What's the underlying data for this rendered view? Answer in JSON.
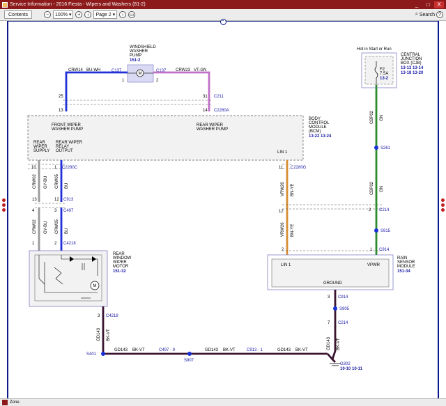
{
  "window": {
    "title": "Service Information - 2016 Fiesta - Wipers and Washers (81-2)",
    "controls": {
      "minimize": "_",
      "maximize": "□",
      "close": "X"
    }
  },
  "toolbar": {
    "contents_label": "Contents",
    "zoom_value": "100%",
    "page_value": "Page 2",
    "search_label": "Search"
  },
  "statusbar": {
    "text": "Zone"
  },
  "diagram": {
    "windshield_pump": {
      "title_lines": [
        "WINDSHIELD",
        "WASHER",
        "PUMP"
      ],
      "ref": "151-2",
      "motor": "M",
      "pin_left": "1",
      "pin_right": "2",
      "conn_left": "C137",
      "conn_right": "C137"
    },
    "wires": {
      "crw14": "CRW14",
      "crw14_color": "BU-WH",
      "crw23": "CRW23",
      "crw23_color": "VT-GN",
      "crw02a": "CRW02",
      "crw02a_color": "GY-BU",
      "crw05a": "CRW05",
      "crw05a_color": "BU",
      "crw02b": "CRW02",
      "crw02b_color": "GY-BU",
      "crw05b": "CRW05",
      "crw05b_color": "BU",
      "vrw26a": "VRW26",
      "vrw26a_color": "BN-YE",
      "vrw26b": "VRW26",
      "vrw26b_color": "BN-YE",
      "cbp02a": "CBP02",
      "cbp02a_color": "GN",
      "cbp02b": "CBP02",
      "cbp02b_color": "GN",
      "gd143v1": "GD143",
      "gd143v1_color": "BK-VT",
      "gd143h1": "GD143",
      "gd143h1_color": "BK-VT",
      "gd143h2": "GD143",
      "gd143h2_color": "BK-VT",
      "gd143h3": "GD143",
      "gd143h3_color": "BK-VT",
      "gd143v2": "GD143",
      "gd143v2_color": "BK-VT"
    },
    "connectors": {
      "c211": "C211",
      "c2280a": "C2280A",
      "c2280c": "C2280C",
      "c2280g": "C2280G",
      "c913": "C913",
      "c497": "C497",
      "c4218a": "C4218",
      "c4218b": "C4218",
      "c214a": "C214",
      "c914a": "C914",
      "c914b": "C914",
      "c214b": "C214",
      "c497_9": "C497 - 9",
      "c913_1": "C913 - 1"
    },
    "pins": {
      "p25": "25",
      "p13a": "13",
      "p31": "31",
      "p14": "14",
      "p10": "10",
      "p1a": "1",
      "p11": "11",
      "p13b": "13",
      "p3a": "3",
      "p4": "4",
      "p12a": "12",
      "p1b": "1",
      "p2a": "2",
      "p3b": "3",
      "p12b": "12",
      "p2b": "2",
      "p2c": "2",
      "p1c": "1",
      "p3c": "3",
      "p7": "7"
    },
    "bcm": {
      "title_lines": [
        "BODY",
        "CONTROL",
        "MODULE",
        "(BCM)"
      ],
      "refs": "13-22  13-24",
      "front_pump": [
        "FRONT WIPER",
        "WASHER PUMP"
      ],
      "rear_pump": [
        "REAR WIPER",
        "WASHER PUMP"
      ],
      "rear_supply": [
        "REAR",
        "WIPER",
        "SUPPLY"
      ],
      "rear_relay": [
        "REAR WIPER",
        "RELAY",
        "OUTPUT"
      ],
      "lin": "LIN 1"
    },
    "rear_motor": {
      "title_lines": [
        "REAR",
        "WINDOW",
        "WIPER",
        "MOTOR"
      ],
      "ref": "151-32",
      "motor": "M"
    },
    "cjb": {
      "hot": "Hot in Start or Run",
      "title_lines": [
        "CENTRAL",
        "JUNCTION",
        "BOX (CJB)"
      ],
      "refs1": "13-13  13-14",
      "refs2": "13-18  13-20",
      "fuse": "F2",
      "amps": "7.5A",
      "fuse_ref": "13-2"
    },
    "rain": {
      "title_lines": [
        "RAIN",
        "SENSOR",
        "MODULE"
      ],
      "ref": "151-34",
      "lin": "LIN 1",
      "vpwr": "VPWR",
      "ground": "GROUND"
    },
    "splices": {
      "s261": "S261",
      "s915": "S915",
      "s905": "S905",
      "s907": "S907",
      "s401": "S401"
    },
    "ground": {
      "name": "G302",
      "refs": "10-10  10-11"
    }
  }
}
